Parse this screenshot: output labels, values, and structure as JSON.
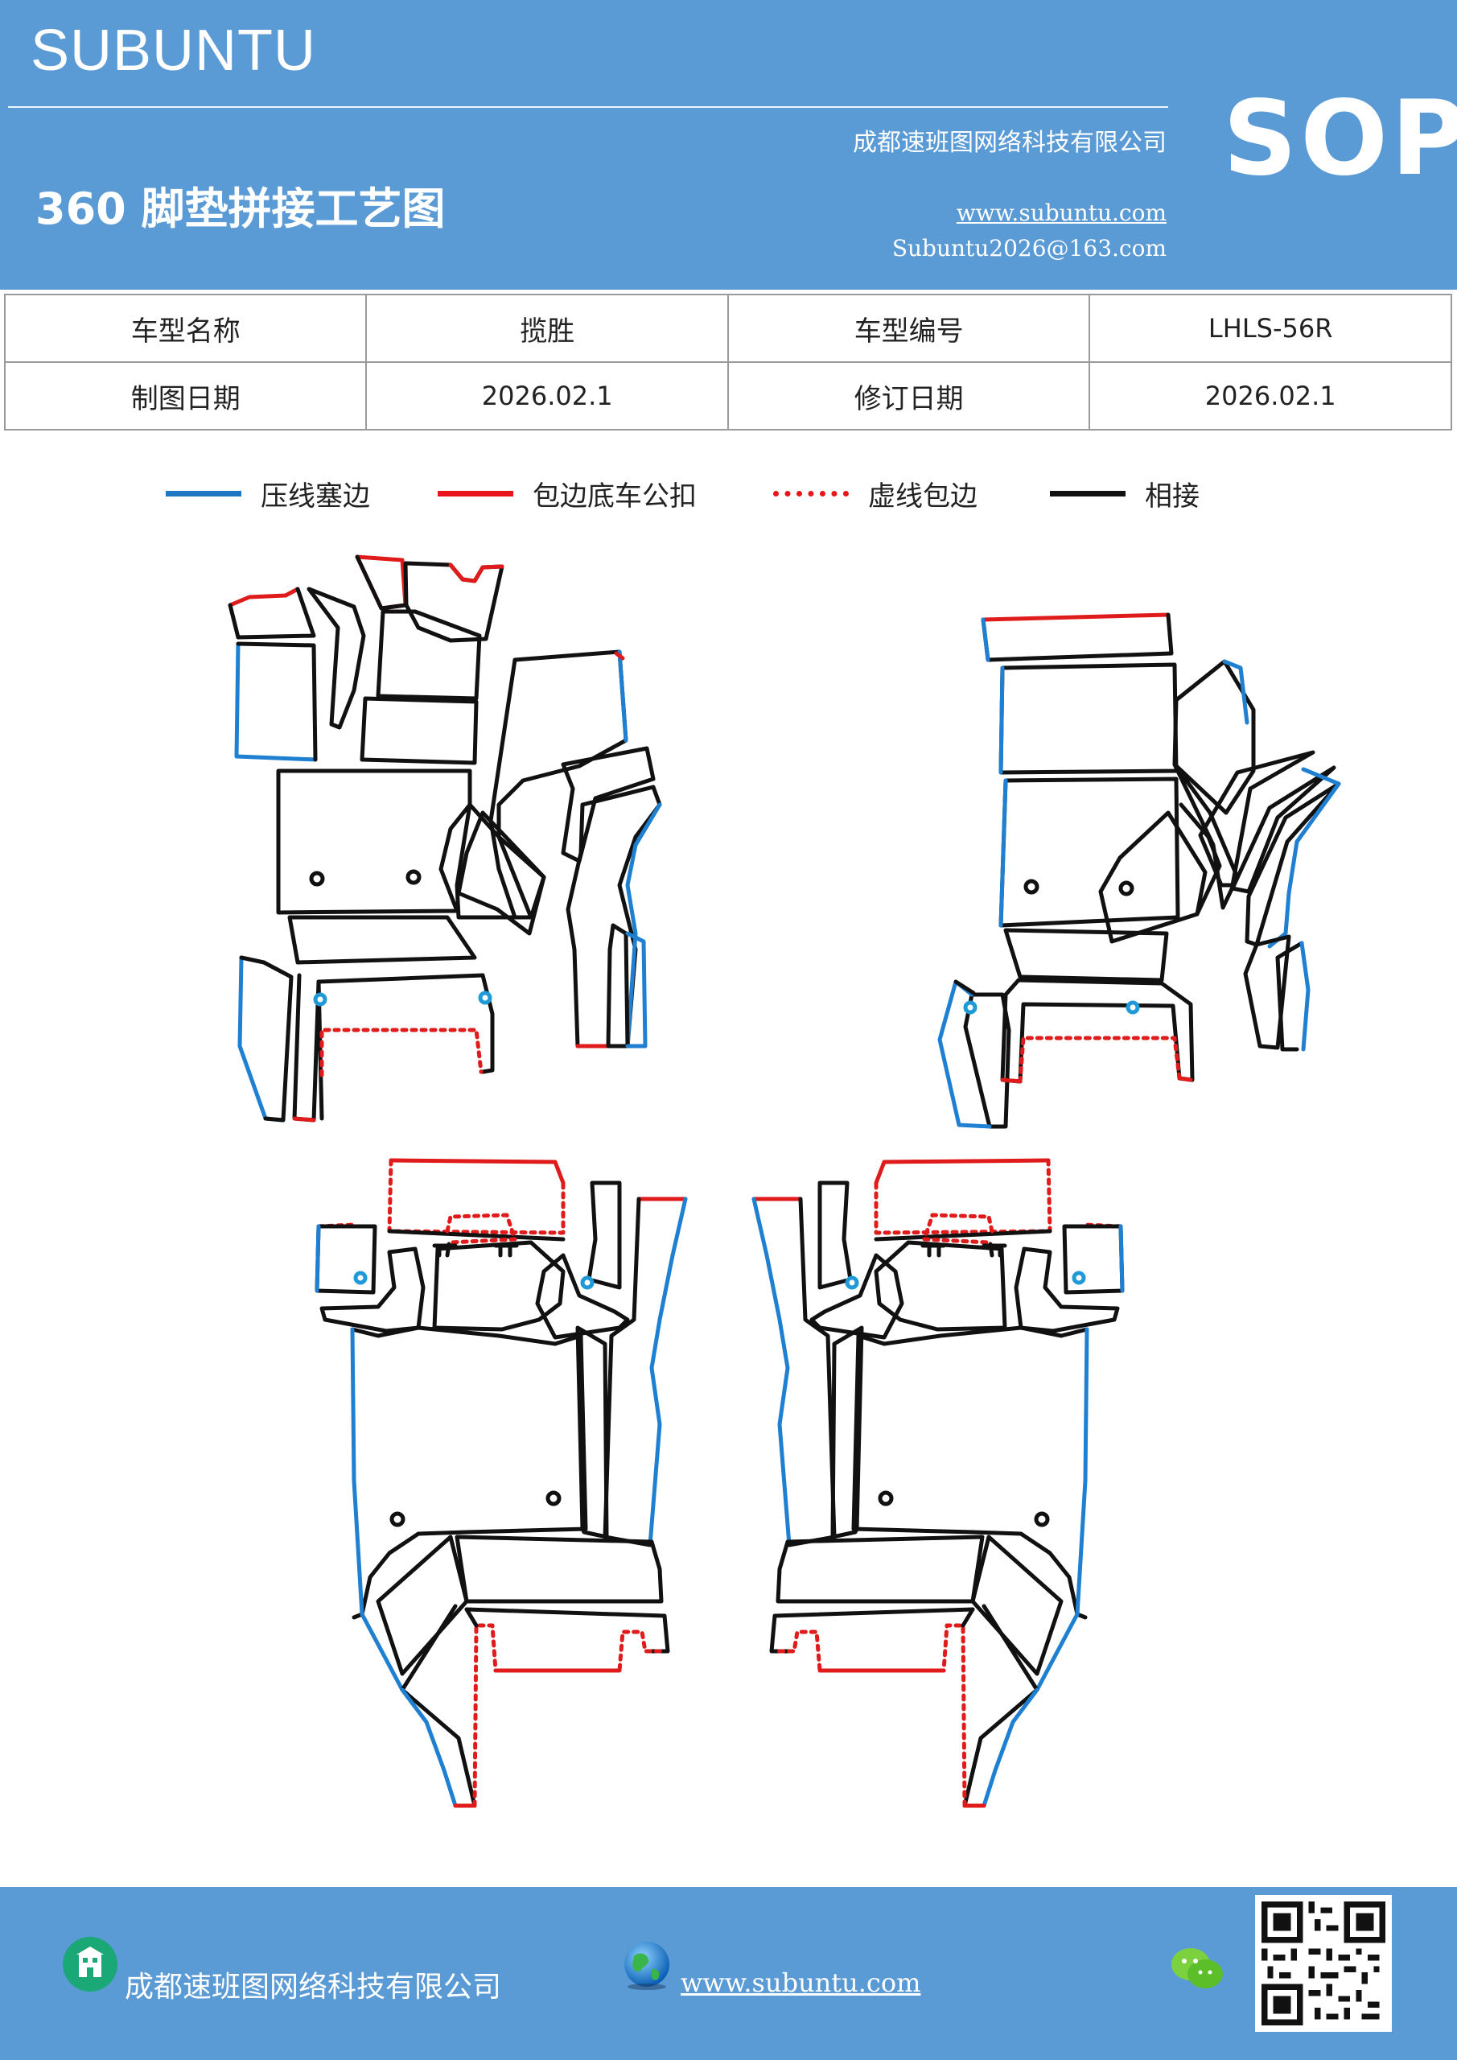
{
  "header": {
    "brand": "SUBUNTU",
    "company": "成都速班图网络科技有限公司",
    "title": "360 脚垫拼接工艺图",
    "website": "www.subuntu.com",
    "email": "Subuntu2026@163.com",
    "badge": "SOP",
    "bg_color": "#5b9bd5"
  },
  "info_table": {
    "rows": [
      [
        "车型名称",
        "揽胜",
        "车型编号",
        "LHLS-56R"
      ],
      [
        "制图日期",
        "2026.02.1",
        "修订日期",
        "2026.02.1"
      ]
    ]
  },
  "legend": [
    {
      "label": "压线塞边",
      "color": "#1f77c4",
      "style": "solid"
    },
    {
      "label": "包边底车公扣",
      "color": "#e8161b",
      "style": "solid"
    },
    {
      "label": "虚线包边",
      "color": "#e8161b",
      "style": "dotted"
    },
    {
      "label": "相接",
      "color": "#111111",
      "style": "solid"
    }
  ],
  "footer": {
    "company": "成都速班图网络科技有限公司",
    "website": "www.subuntu.com",
    "icons": [
      "building-icon",
      "globe-icon",
      "wechat-icon",
      "qr-code"
    ]
  }
}
